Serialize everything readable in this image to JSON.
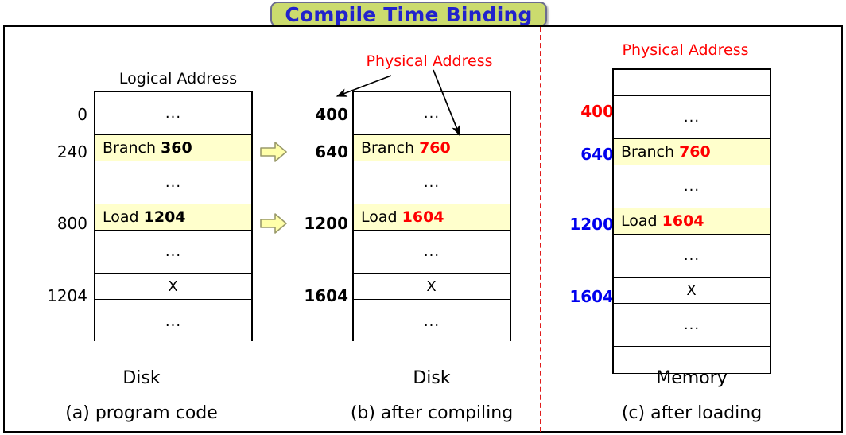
{
  "title": {
    "text": "Compile Time Binding",
    "color": "#2222cc",
    "background": "#cbdb6e"
  },
  "colors": {
    "highlight_row": "#ffffcc",
    "red": "#ff0000",
    "blue": "#0000ee",
    "black": "#000000",
    "divider": "#e01b1b",
    "arrow_fill": "#ffffaa"
  },
  "panels": [
    {
      "id": "panel-a",
      "header": {
        "text": "Logical Address",
        "color": "#000000"
      },
      "address_labels": [
        {
          "text": "0",
          "style": "plain"
        },
        {
          "text": "240",
          "style": "plain"
        },
        {
          "text": "800",
          "style": "plain"
        },
        {
          "text": "1204",
          "style": "plain"
        }
      ],
      "rows": [
        {
          "kind": "ellipsis",
          "text": "...",
          "highlight": false,
          "align": "center"
        },
        {
          "kind": "instr",
          "label": "Branch ",
          "value": "360",
          "value_color": "black",
          "highlight": true,
          "align": "left"
        },
        {
          "kind": "ellipsis",
          "text": "...",
          "highlight": false,
          "align": "center"
        },
        {
          "kind": "instr",
          "label": "Load ",
          "value": "1204",
          "value_color": "black",
          "highlight": true,
          "align": "left"
        },
        {
          "kind": "ellipsis",
          "text": "...",
          "highlight": false,
          "align": "center"
        },
        {
          "kind": "data",
          "text": "X",
          "highlight": false,
          "align": "center"
        },
        {
          "kind": "ellipsis",
          "text": "...",
          "highlight": false,
          "align": "center"
        }
      ],
      "caption_line1": "Disk",
      "caption_line2": "(a) program code"
    },
    {
      "id": "panel-b",
      "header": {
        "text": "Physical Address",
        "color": "#ff0000"
      },
      "address_labels": [
        {
          "text": "400",
          "style": "boldblack"
        },
        {
          "text": "640",
          "style": "boldblack"
        },
        {
          "text": "1200",
          "style": "boldblack"
        },
        {
          "text": "1604",
          "style": "boldblack"
        }
      ],
      "rows": [
        {
          "kind": "ellipsis",
          "text": "...",
          "highlight": false,
          "align": "center"
        },
        {
          "kind": "instr",
          "label": "Branch ",
          "value": "760",
          "value_color": "red",
          "highlight": true,
          "align": "left"
        },
        {
          "kind": "ellipsis",
          "text": "...",
          "highlight": false,
          "align": "center"
        },
        {
          "kind": "instr",
          "label": "Load ",
          "value": "1604",
          "value_color": "red",
          "highlight": true,
          "align": "left"
        },
        {
          "kind": "ellipsis",
          "text": "...",
          "highlight": false,
          "align": "center"
        },
        {
          "kind": "data",
          "text": "X",
          "highlight": false,
          "align": "center"
        },
        {
          "kind": "ellipsis",
          "text": "...",
          "highlight": false,
          "align": "center"
        }
      ],
      "caption_line1": "Disk",
      "caption_line2": "(b) after compiling"
    },
    {
      "id": "panel-c",
      "header": {
        "text": "Physical Address",
        "color": "#ff0000"
      },
      "address_labels": [
        {
          "text": "400",
          "style": "red"
        },
        {
          "text": "640",
          "style": "blue"
        },
        {
          "text": "1200",
          "style": "blue"
        },
        {
          "text": "1604",
          "style": "blue"
        }
      ],
      "rows": [
        {
          "kind": "blank",
          "text": "",
          "highlight": false,
          "align": "center"
        },
        {
          "kind": "ellipsis",
          "text": "...",
          "highlight": false,
          "align": "center"
        },
        {
          "kind": "instr",
          "label": "Branch ",
          "value": "760",
          "value_color": "red",
          "highlight": true,
          "align": "left"
        },
        {
          "kind": "ellipsis",
          "text": "...",
          "highlight": false,
          "align": "center"
        },
        {
          "kind": "instr",
          "label": "Load ",
          "value": "1604",
          "value_color": "red",
          "highlight": true,
          "align": "left"
        },
        {
          "kind": "ellipsis",
          "text": "...",
          "highlight": false,
          "align": "center"
        },
        {
          "kind": "data",
          "text": "X",
          "highlight": false,
          "align": "center"
        },
        {
          "kind": "ellipsis",
          "text": "...",
          "highlight": false,
          "align": "center"
        },
        {
          "kind": "blank",
          "text": "",
          "highlight": false,
          "align": "center"
        }
      ],
      "caption_line1": "Memory",
      "caption_line2": "(c) after loading"
    }
  ],
  "transform_arrows": [
    {
      "name": "branch-transform-arrow"
    },
    {
      "name": "load-transform-arrow"
    }
  ],
  "pointer_arrows": [
    {
      "name": "physical-address-to-base-arrow"
    },
    {
      "name": "physical-address-to-operand-arrow"
    }
  ]
}
